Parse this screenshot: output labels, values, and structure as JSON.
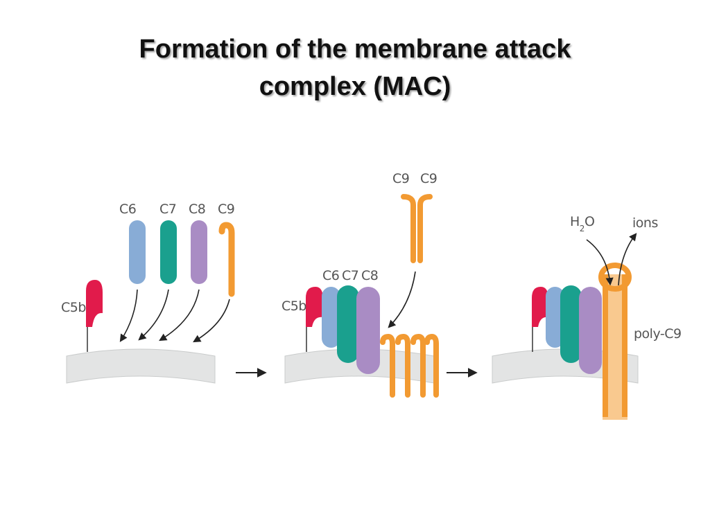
{
  "title": {
    "line1": "Formation of the membrane attack",
    "line2": "complex (MAC)"
  },
  "colors": {
    "membrane": "#e3e4e4",
    "membrane_edge": "#c9cbcb",
    "c5b": "#e11b4b",
    "c6": "#88acd6",
    "c7": "#1aa08e",
    "c8": "#a98cc4",
    "c9": "#f29a32",
    "c9_pore": "#f9c98f",
    "arrow": "#222222",
    "label": "#555555"
  },
  "panel1": {
    "c6": "C6",
    "c7": "C7",
    "c8": "C8",
    "c9": "C9",
    "c5b": "C5b"
  },
  "panel2": {
    "c9_left": "C9",
    "c9_right": "C9",
    "c6": "C6",
    "c7": "C7",
    "c8": "C8",
    "c5b": "C5b"
  },
  "panel3": {
    "h2o_h": "H",
    "h2o_sub": "2",
    "h2o_o": "O",
    "ions": "ions",
    "poly_c9": "poly-C9"
  }
}
